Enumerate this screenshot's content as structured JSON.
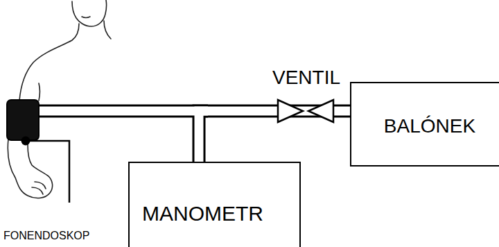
{
  "diagram": {
    "nodes": [
      {
        "text": [
          "MANOMETR"
        ]
      },
      {
        "text": [
          "BALÓNEK"
        ]
      }
    ],
    "edges": [
      {
        "from": 0,
        "to": 1,
        "arrow": "none"
      }
    ],
    "labels": [
      "VENTIL",
      "FONENDOSKOP"
    ]
  }
}
